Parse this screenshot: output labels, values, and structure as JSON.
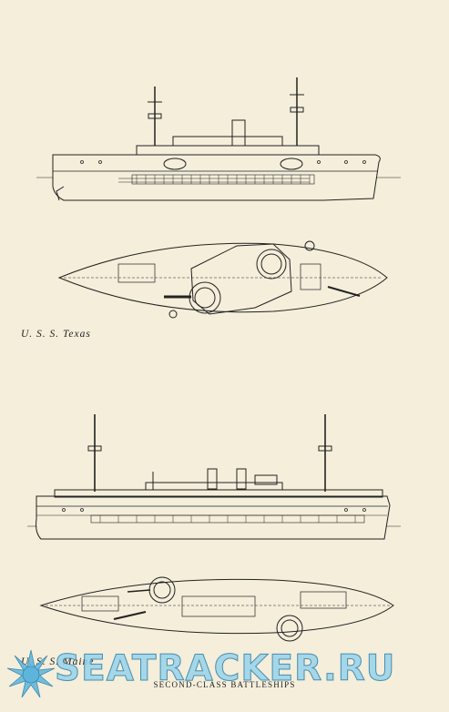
{
  "captions": {
    "texas": "U. S. S. Texas",
    "maine": "U. S. S. Maine"
  },
  "footer": {
    "title": "SECOND-CLASS BATTLESHIPS"
  },
  "watermark": {
    "text": "SEATRACKER.RU"
  },
  "colors": {
    "paper": "#f4eedb",
    "ink": "#222222",
    "watermark": "#96d2eb"
  }
}
